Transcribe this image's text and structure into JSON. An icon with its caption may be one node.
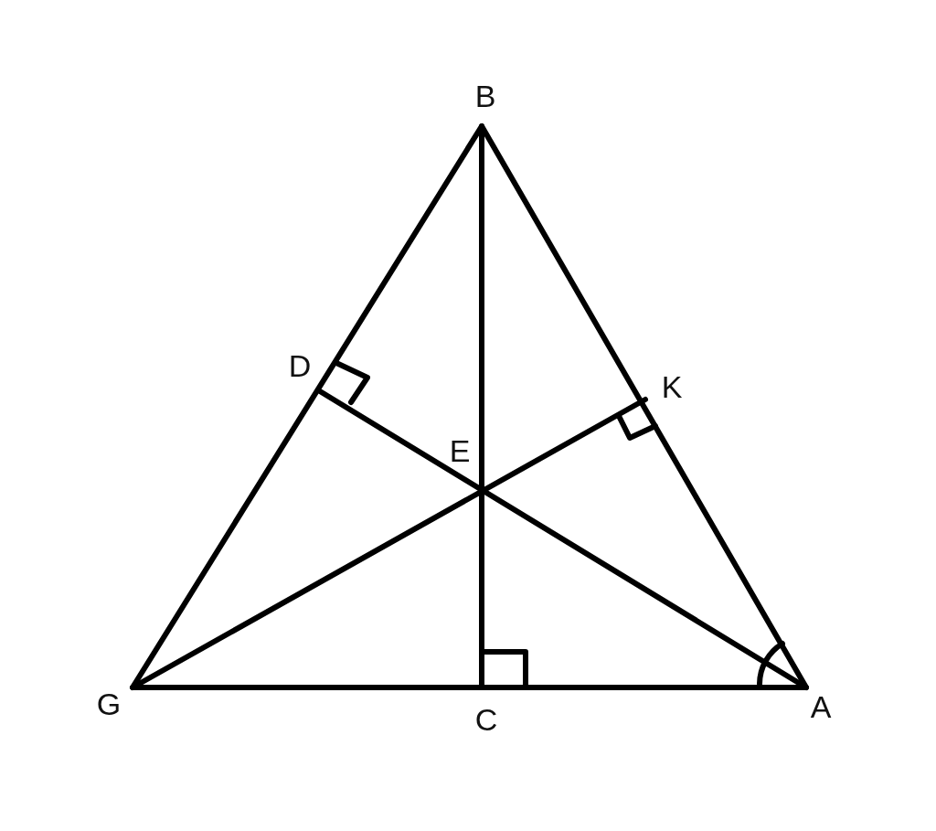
{
  "diagram": {
    "labels": [
      "B",
      "D",
      "K",
      "E",
      "G",
      "C",
      "A"
    ]
  }
}
